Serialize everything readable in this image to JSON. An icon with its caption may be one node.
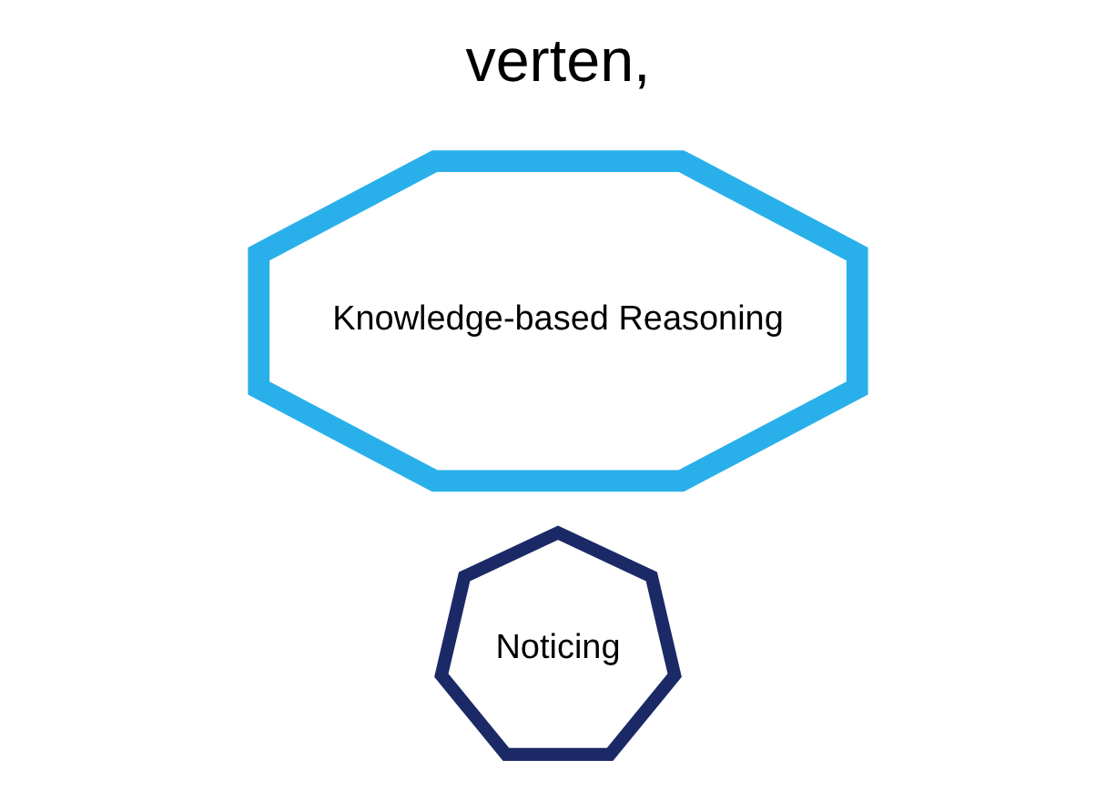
{
  "diagram": {
    "nodes": [
      {
        "text": [
          "Noticing"
        ]
      },
      {
        "text": [
          "Knowledge-based Reasoning"
        ]
      }
    ],
    "labels": [
      "verten,"
    ]
  }
}
